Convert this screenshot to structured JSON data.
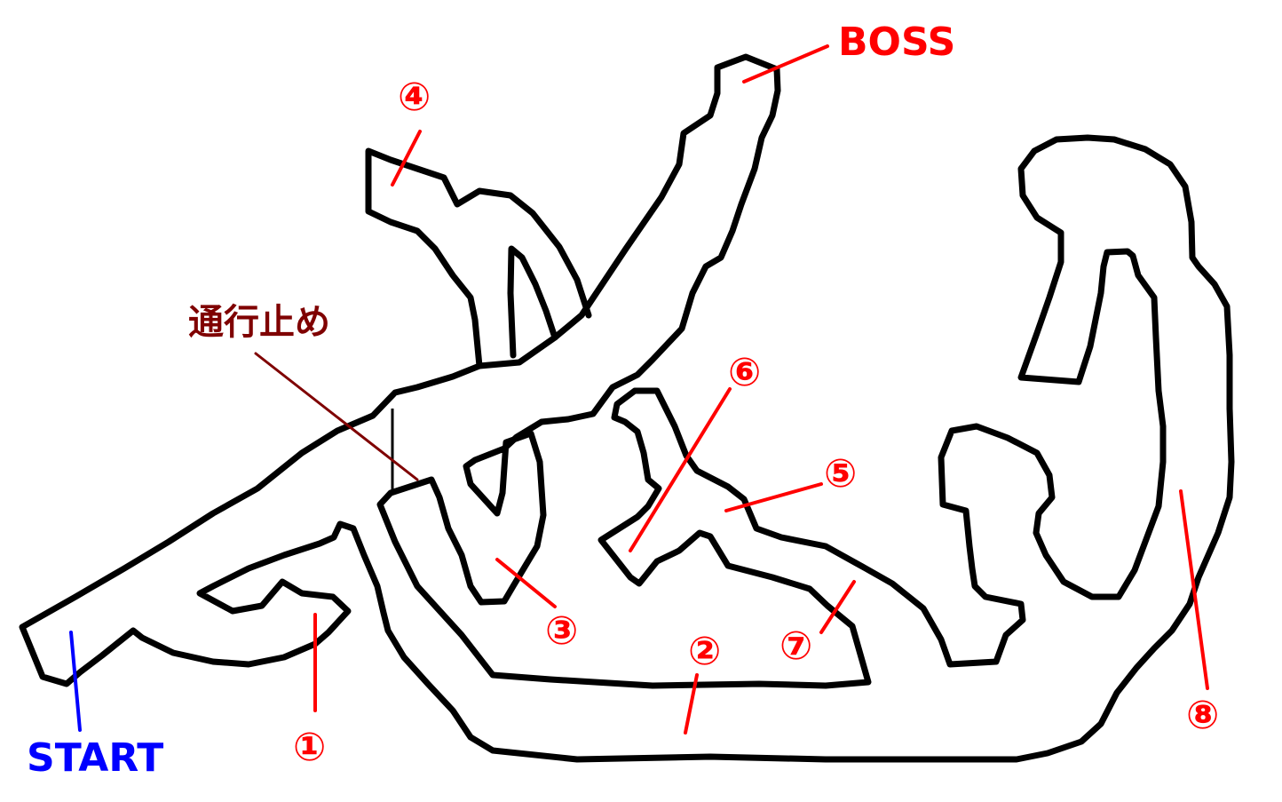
{
  "map": {
    "labels": {
      "boss": "BOSS",
      "start": "START",
      "blocked": "通行止め",
      "p1": "①",
      "p2": "②",
      "p3": "③",
      "p4": "④",
      "p5": "⑤",
      "p6": "⑥",
      "p7": "⑦",
      "p8": "⑧"
    },
    "colors": {
      "outline": "#000000",
      "marker": "#ff0000",
      "start": "#0000ff",
      "blocked": "#7f0000"
    }
  }
}
